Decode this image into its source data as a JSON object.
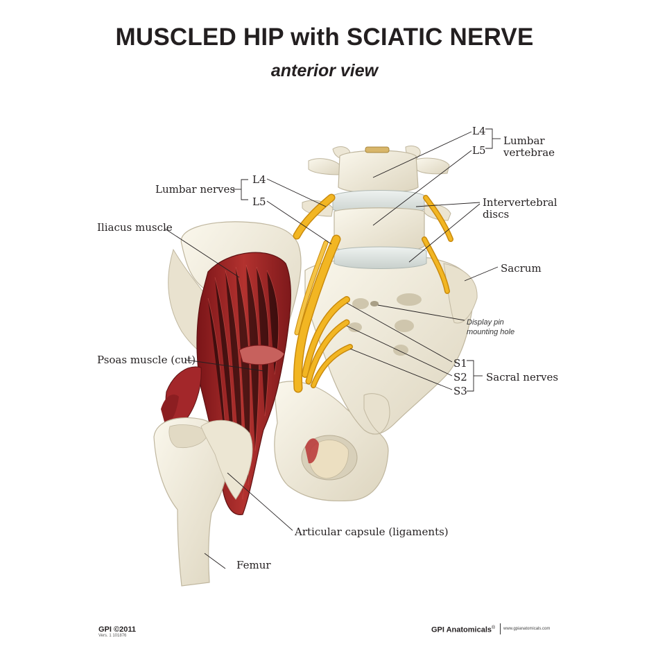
{
  "title": "MUSCLED HIP with SCIATIC NERVE",
  "subtitle": "anterior view",
  "labels": {
    "l4_upper": "L4",
    "l5_upper": "L5",
    "lumbar_vertebrae_1": "Lumbar",
    "lumbar_vertebrae_2": "vertebrae",
    "lumbar_nerves": "Lumbar nerves",
    "l4_nerve": "L4",
    "l5_nerve": "L5",
    "intervertebral_1": "Intervertebral",
    "intervertebral_2": "discs",
    "iliacus": "Iliacus muscle",
    "sacrum": "Sacrum",
    "display_pin_1": "Display pin",
    "display_pin_2": "mounting hole",
    "psoas": "Psoas muscle (cut)",
    "s1": "S1",
    "s2": "S2",
    "s3": "S3",
    "sacral_nerves": "Sacral nerves",
    "articular_capsule": "Articular capsule (ligaments)",
    "femur": "Femur"
  },
  "footer": {
    "copyright": "GPI ©2011",
    "version": "Vers. 1 101876",
    "brand": "GPI Anatomicals",
    "brand_mark": "®",
    "url": "www.gpianatomicals.com"
  },
  "colors": {
    "bone": "#f1ecdc",
    "bone_shadow": "#cdc6b0",
    "muscle": "#a3272a",
    "muscle_dark": "#6e1416",
    "nerve": "#f2b623",
    "nerve_dark": "#c98a0d",
    "disc": "#e3e8e6",
    "leader": "#231f20"
  }
}
